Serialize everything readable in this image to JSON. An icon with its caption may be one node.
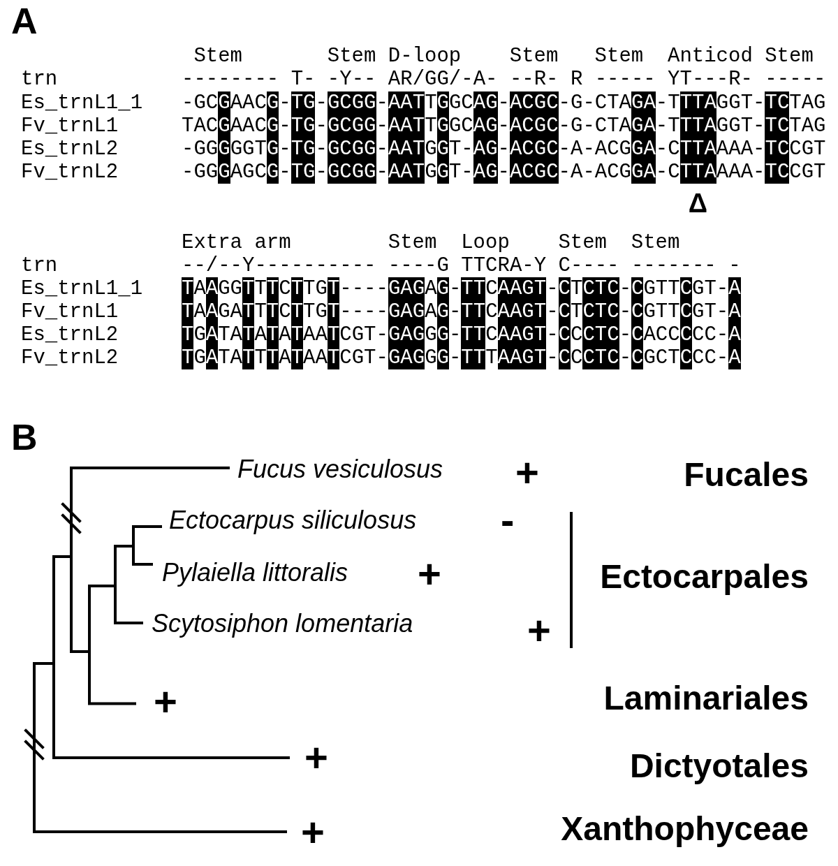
{
  "diagram": {
    "labels": [
      "A",
      "Stem",
      "Stem",
      "D-loop",
      "Stem",
      "Stem",
      "Anticod",
      "Stem",
      "trn",
      "-------- T- -Y-- AR/GG/-A- --R- R ----- YT---R- -----",
      "Es_trnL1_1",
      "-GCGAACG-TG-GCGG-AATTGGCAG-ACGC-G-CTAGA-TTTAGGT-TCTAG",
      "Fv_trnL1",
      "TACGAACG-TG-GCGG-AATTGGCAG-ACGC-G-CTAGA-TTTAGGT-TCTAG",
      "Es_trnL2",
      "-GGGGGTG-TG-GCGG-AATGGT-AG-ACGC-A-ACGGA-CTTAAAA-TCCGT",
      "Fv_trnL2",
      "-GGGAGCG-TG-GCGG-AATGGT-AG-ACGC-A-ACGGA-CTTAAAA-TCCGT",
      "Δ",
      "Extra arm",
      "Stem",
      "Loop",
      "Stem",
      "Stem",
      "trn",
      "--/--Y---------- ----G TTCRA-Y C---- ------- -",
      "Es_trnL1_1",
      "TAAGGTTTCTTGT----GAGAG-TTCAAGT-CTCTC-CGTTCGT-A",
      "Fv_trnL1",
      "TAAGATTTCTTGT----GAGAG-TTCAAGT-CTCTC-CGTTCGT-A",
      "Es_trnL2",
      "TGATATATATAATCGT-GAGGG-TTCAAGT-CCCTC-CACCCCC-A",
      "Fv_trnL2",
      "TGATATTTATAATCGT-GAGGG-TTTAAGT-CCCTC-CGCTCCC-A",
      "B",
      "Fucus vesiculosus",
      "+",
      "Fucales",
      "Ectocarpus siliculosus",
      "-",
      "Pylaiella littoralis",
      "+",
      "Ectocarpales",
      "Scytosiphon lomentaria",
      "+",
      "+",
      "Laminariales",
      "+",
      "Dictyotales",
      "+",
      "Xanthophyceae"
    ]
  }
}
